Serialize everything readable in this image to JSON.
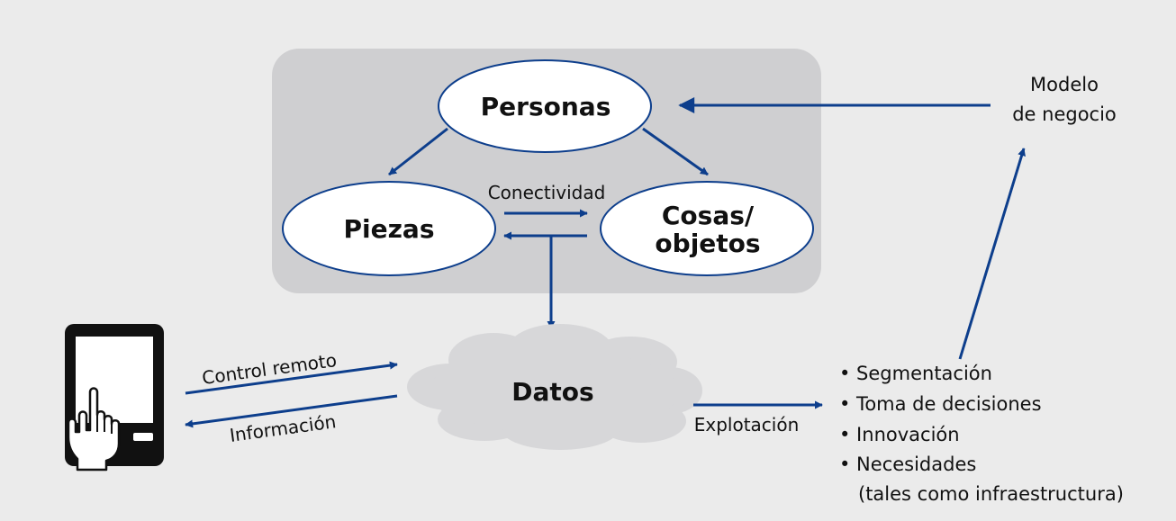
{
  "colors": {
    "background": "#ebebeb",
    "panel": "#cfcfd1",
    "arrow": "#0d3e8c",
    "node_stroke": "#0d3e8c",
    "node_fill": "#ffffff",
    "cloud": "#d7d7d9"
  },
  "nodes": {
    "personas": "Personas",
    "piezas": "Piezas",
    "cosas_line1": "Cosas/",
    "cosas_line2": "objetos",
    "datos": "Datos"
  },
  "edges": {
    "conectividad": "Conectividad",
    "control_remoto": "Control remoto",
    "informacion": "Información",
    "explotacion": "Explotación"
  },
  "business_model": {
    "line1": "Modelo",
    "line2": "de negocio"
  },
  "outcomes": {
    "items": [
      "• Segmentación",
      "• Toma de decisiones",
      "• Innovación",
      "• Necesidades",
      "(tales como infraestructura)"
    ]
  },
  "icons": {
    "device": "tablet-touch-icon"
  }
}
